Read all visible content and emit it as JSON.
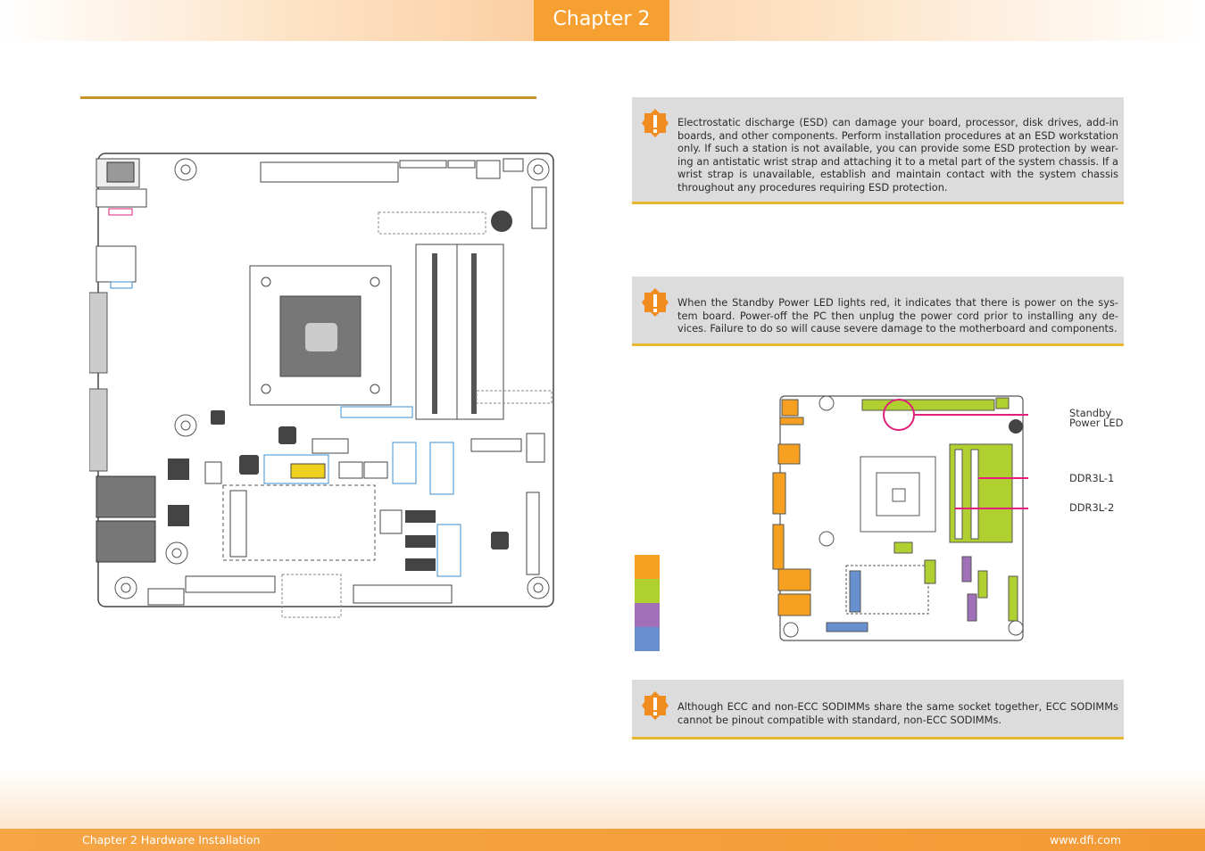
{
  "header": {
    "chapter_tab": "Chapter 2"
  },
  "notes": {
    "esd": "Electrostatic discharge (ESD) can damage your board, processor, disk drives, add-in boards, and other components. Perform installation procedures at an ESD workstation only. If such a station is not available, you can provide some ESD protection by wear-ing an antistatic wrist strap and attaching it to a metal part of the system chassis. If a wrist strap is unavailable, establish and maintain contact with the system chassis throughout any procedures requiring ESD protection.",
    "standby": "When the Standby Power LED lights red, it indicates that there is power on the sys-tem board. Power-off the PC then unplug the power cord prior to installing any de-vices. Failure to do so will cause severe damage to the motherboard and components.",
    "sodimm": "Although ECC and non-ECC SODIMMs share the same socket together, ECC SODIMMs cannot be pinout compatible with standard, non-ECC SODIMMs."
  },
  "callouts": {
    "standby_line1": "Standby",
    "standby_line2": "Power LED",
    "ddr1": "DDR3L-1",
    "ddr2": "DDR3L-2"
  },
  "legend": {
    "colors": [
      "#f5a020",
      "#b0d030",
      "#a070b8",
      "#6890d0"
    ]
  },
  "footer": {
    "left": "Chapter 2 Hardware Installation",
    "right": "www.dfi.com"
  },
  "colors": {
    "accent": "#f5a030",
    "note_bg": "#dcdcdc",
    "note_rule": "#e8b830",
    "highlight": "#e0207a"
  }
}
